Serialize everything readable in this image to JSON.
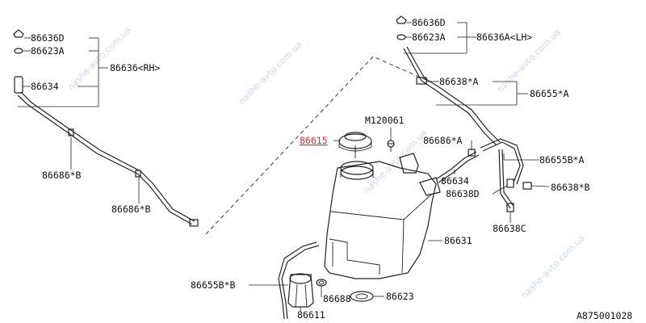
{
  "diagram": {
    "highlight_color": "#e03030",
    "labels": {
      "l_86636D_rh": "86636D",
      "l_86623A_rh": "86623A",
      "l_86636_rh": "86636<RH>",
      "l_86634_rh": "86634",
      "l_86686B_1": "86686*B",
      "l_86686B_2": "86686*B",
      "l_86636D_lh": "86636D",
      "l_86623A_lh": "86623A",
      "l_86636A_lh": "86636A<LH>",
      "l_86638A": "86638*A",
      "l_86655A": "86655*A",
      "l_M120061": "M120061",
      "l_86615": "86615",
      "l_86686A": "86686*A",
      "l_86655BA": "86655B*A",
      "l_86634_c": "86634",
      "l_86638B": "86638*B",
      "l_86638D": "86638D",
      "l_86638C": "86638C",
      "l_86631": "86631",
      "l_86655BB": "86655B*B",
      "l_86688": "86688",
      "l_86623": "86623",
      "l_86611": "86611",
      "catalog_code": "A875001028"
    },
    "watermark": "nashe-avto.com.ua"
  }
}
